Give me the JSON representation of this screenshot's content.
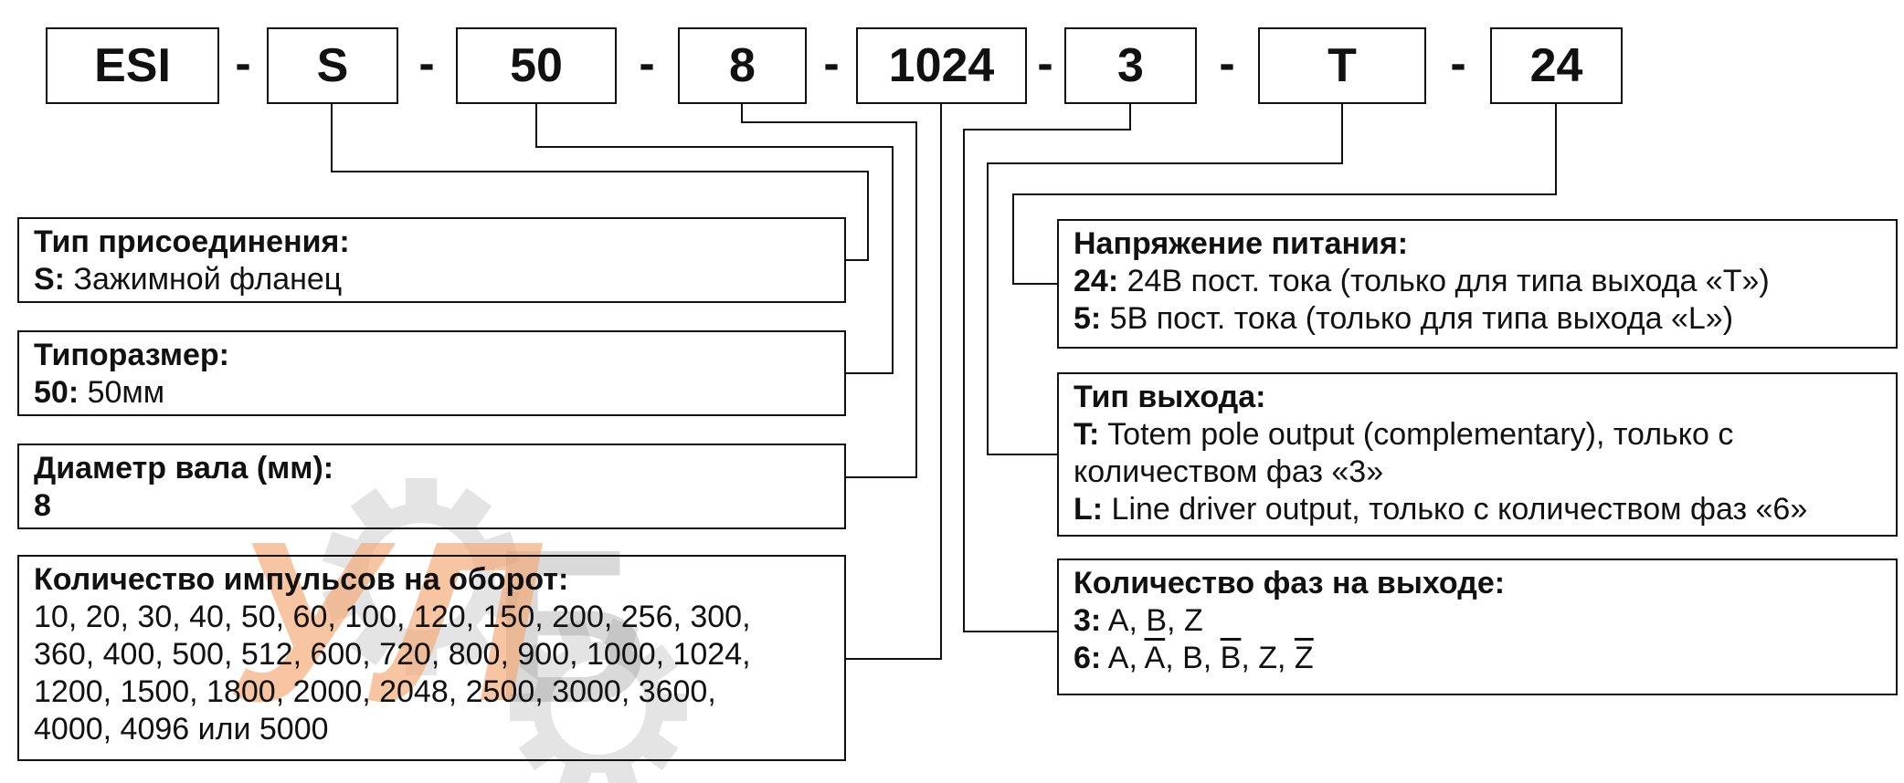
{
  "code_row": {
    "separator": "-",
    "parts": [
      {
        "label": "ESI"
      },
      {
        "label": "S"
      },
      {
        "label": "50"
      },
      {
        "label": "8"
      },
      {
        "label": "1024"
      },
      {
        "label": "3"
      },
      {
        "label": "T"
      },
      {
        "label": "24"
      }
    ]
  },
  "boxes": {
    "left": [
      {
        "title": "Тип присоединения:",
        "lines": [
          [
            {
              "b": 1,
              "t": "S:"
            },
            {
              "t": " Зажимной фланец"
            }
          ]
        ]
      },
      {
        "title": "Типоразмер:",
        "lines": [
          [
            {
              "b": 1,
              "t": "50:"
            },
            {
              "t": " 50мм"
            }
          ]
        ]
      },
      {
        "title": "Диаметр вала (мм):",
        "lines": [
          [
            {
              "b": 1,
              "t": "8"
            }
          ]
        ]
      },
      {
        "title": "Количество импульсов на оборот:",
        "lines": [
          [
            {
              "t": "10, 20, 30, 40, 50, 60, 100, 120, 150, 200, 256, 300,"
            }
          ],
          [
            {
              "t": "360, 400, 500, 512, 600, 720, 800, 900, 1000, 1024,"
            }
          ],
          [
            {
              "t": "1200, 1500, 1800, 2000, 2048, 2500, 3000, 3600,"
            }
          ],
          [
            {
              "t": "4000, 4096 или 5000"
            }
          ]
        ]
      }
    ],
    "right": [
      {
        "title": "Напряжение питания:",
        "lines": [
          [
            {
              "b": 1,
              "t": "24:"
            },
            {
              "t": " 24В пост. тока (только для типа выхода «T»)"
            }
          ],
          [
            {
              "b": 1,
              "t": "5:"
            },
            {
              "t": " 5В пост. тока (только для типа выхода «L»)"
            }
          ]
        ]
      },
      {
        "title": "Тип выхода:",
        "lines": [
          [
            {
              "b": 1,
              "t": "T:"
            },
            {
              "t": " Totem pole output (complementary), только с количеством фаз «3»"
            }
          ],
          [
            {
              "b": 1,
              "t": "L:"
            },
            {
              "t": " Line driver output, только с количеством фаз «6»"
            }
          ]
        ]
      },
      {
        "title": "Количество фаз на выходе:",
        "lines": [
          [
            {
              "b": 1,
              "t": "3:"
            },
            {
              "t": " A, B, Z"
            }
          ],
          [
            {
              "b": 1,
              "t": "6:"
            },
            {
              "t": " A, "
            },
            {
              "t": "A",
              "o": 1
            },
            {
              "t": ", B, "
            },
            {
              "t": "B",
              "o": 1
            },
            {
              "t": ", Z, "
            },
            {
              "t": "Z",
              "o": 1
            }
          ]
        ]
      }
    ]
  },
  "watermark": {
    "letters_orange": "УЛ",
    "letter_gray": "Б",
    "orange_color": "#f3a66e",
    "gear_color": "#8a8a8a"
  },
  "line_color": "#111111"
}
